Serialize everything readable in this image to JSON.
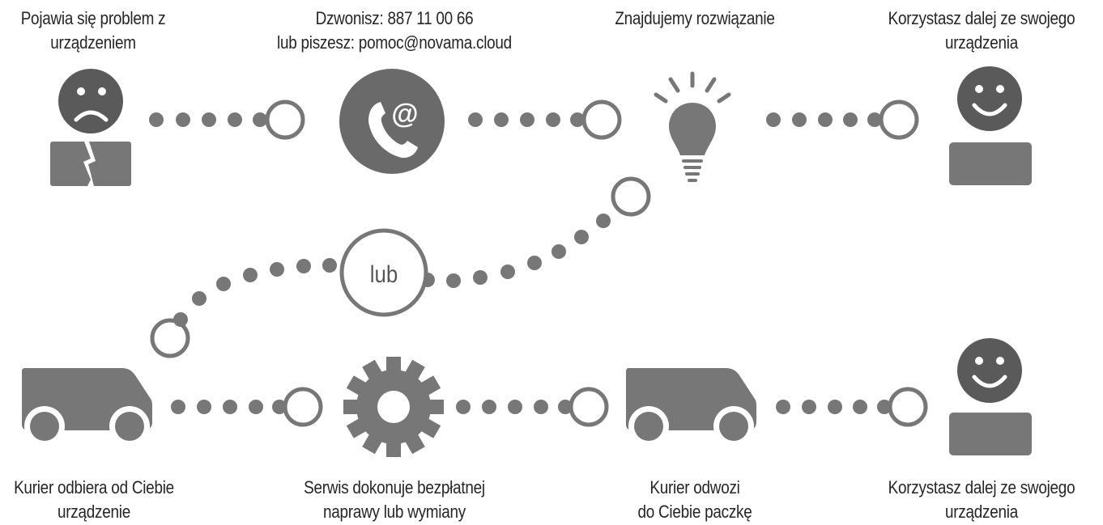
{
  "colors": {
    "icon": "#777777",
    "ring": "#777777",
    "dark": "#5a5a5a",
    "text": "#262626"
  },
  "steps": [
    {
      "id": "problem",
      "line1": "Pojawia się problem z",
      "line2": "urządzeniem",
      "icon": "sad-face-broken-device-icon"
    },
    {
      "id": "contact",
      "line1": "Dzwonisz: 887 11 00 66",
      "line2": "lub piszesz: pomoc@novama.cloud",
      "icon": "phone-email-icon"
    },
    {
      "id": "solution",
      "line1": "Znajdujemy rozwiązanie",
      "line2": "",
      "icon": "lightbulb-icon"
    },
    {
      "id": "continue-top",
      "line1": "Korzystasz  dalej ze swojego",
      "line2": "urządzenia",
      "icon": "happy-face-device-icon"
    },
    {
      "id": "pickup",
      "line1": "Kurier odbiera od Ciebie",
      "line2": "urządzenie",
      "icon": "van-icon"
    },
    {
      "id": "service",
      "line1": "Serwis dokonuje bezpłatnej",
      "line2": "naprawy lub wymiany",
      "icon": "gear-icon"
    },
    {
      "id": "return",
      "line1": "Kurier odwozi",
      "line2": "do Ciebie paczkę",
      "icon": "van-icon"
    },
    {
      "id": "continue-bottom",
      "line1": "Korzystasz  dalej ze swojego",
      "line2": "urządzenia",
      "icon": "happy-face-device-icon"
    }
  ],
  "or_node": {
    "label": "lub"
  },
  "contact_icon_symbol": "@"
}
